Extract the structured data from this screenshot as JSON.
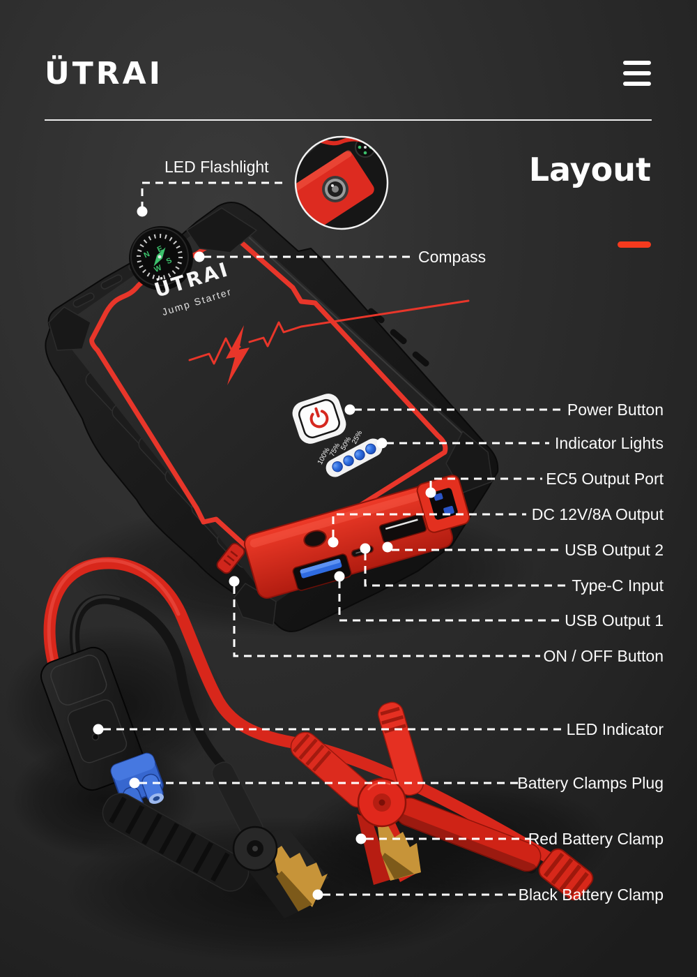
{
  "header": {
    "brand": "ÜTRAI",
    "menu_icon": "hamburger-icon"
  },
  "hero": {
    "title": "Layout",
    "accent_color": "#f53a1e"
  },
  "device": {
    "logo": "ÜTRAI",
    "tagline": "Jump Starter",
    "battery_levels": [
      "100%",
      "75%",
      "50%",
      "25%"
    ],
    "led_color": "#2e6fe0",
    "body_red": "#e8362a"
  },
  "callouts": {
    "led_flashlight": "LED Flashlight",
    "compass": "Compass",
    "power_button": "Power Button",
    "indicator_lights": "Indicator Lights",
    "ec5_output_port": "EC5 Output Port",
    "dc_output": "DC 12V/8A Output",
    "usb_output_2": "USB Output 2",
    "type_c_input": "Type-C Input",
    "usb_output_1": "USB Output 1",
    "on_off_button": "ON / OFF Button",
    "led_indicator": "LED Indicator",
    "battery_clamps_plug": "Battery Clamps Plug",
    "red_battery_clamp": "Red Battery Clamp",
    "black_battery_clamp": "Black Battery Clamp"
  },
  "colors": {
    "background": "#2b2b2b",
    "text": "#ffffff",
    "accent_red": "#e8362a"
  }
}
